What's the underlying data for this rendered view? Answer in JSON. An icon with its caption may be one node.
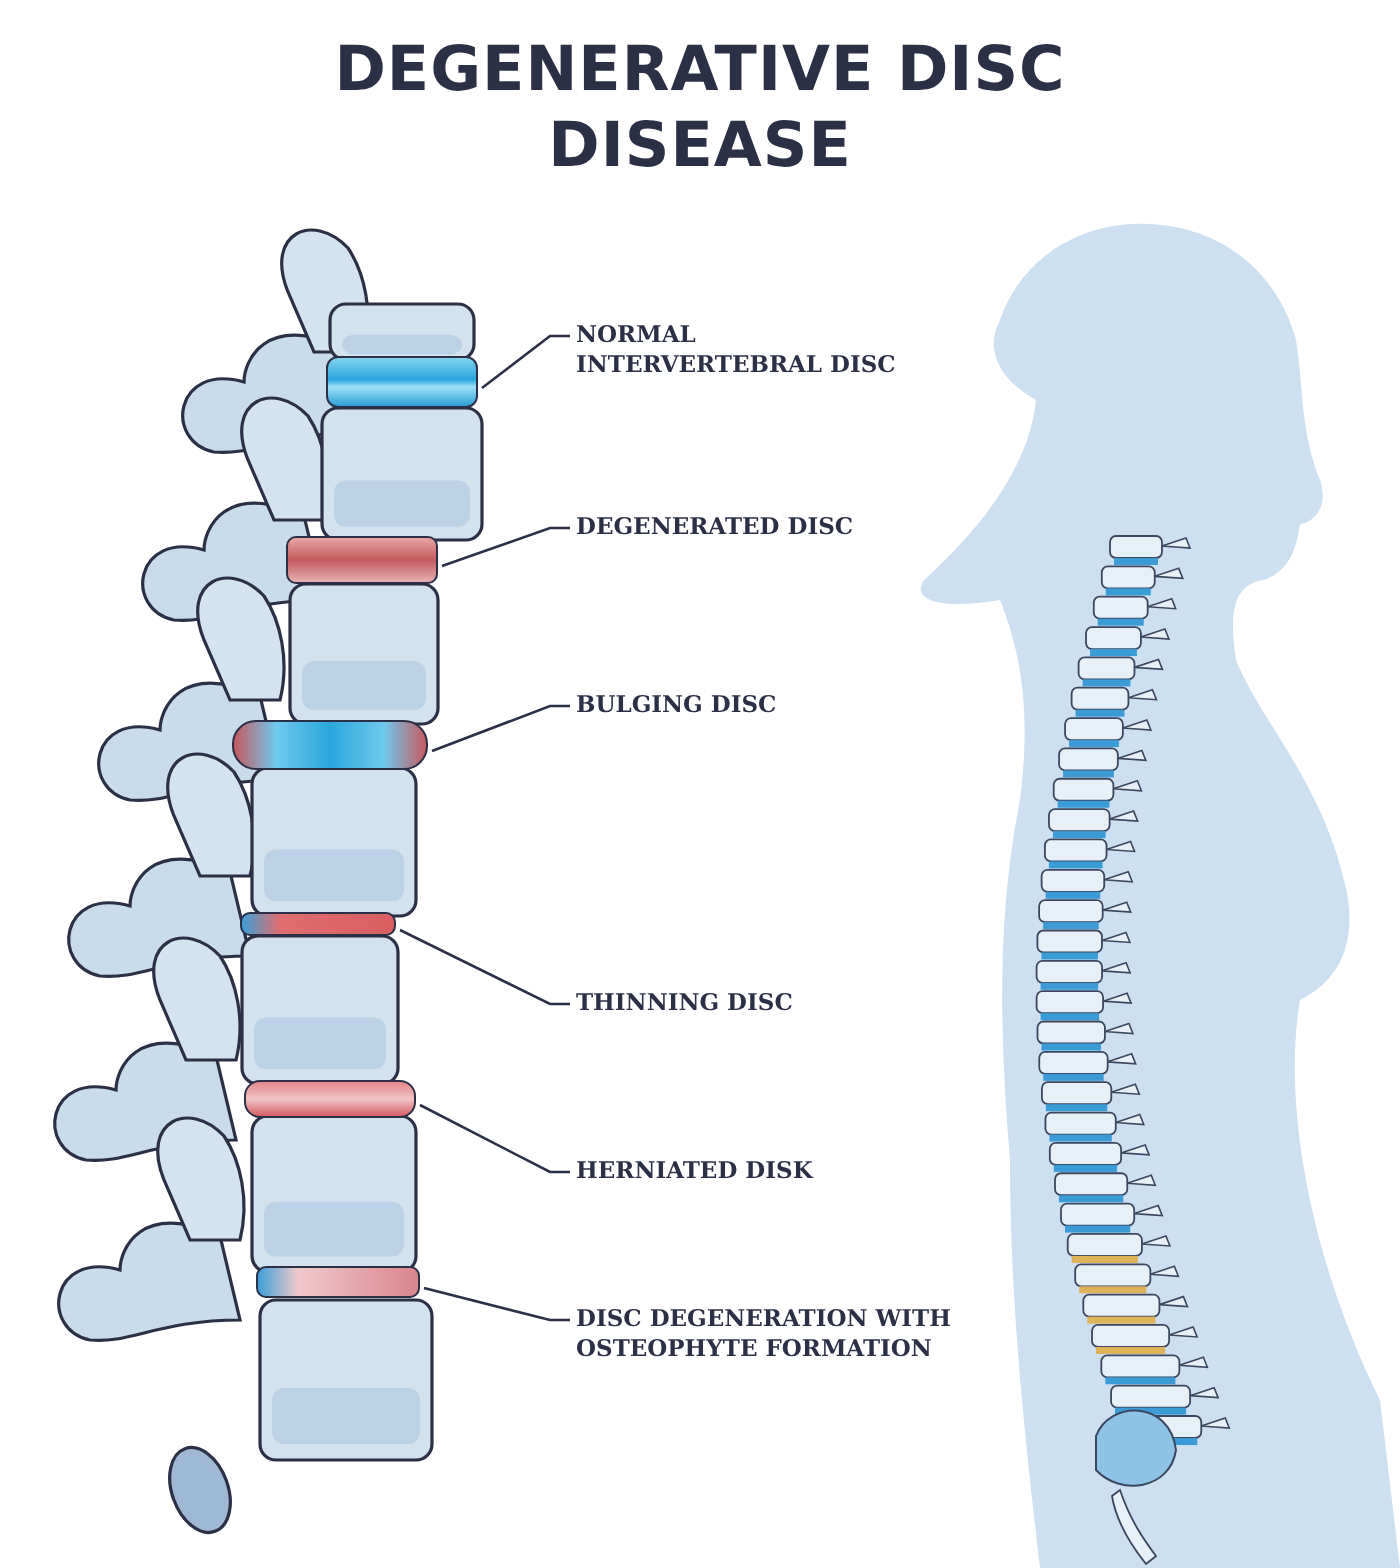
{
  "diagram": {
    "title": "DEGENERATIVE DISC DISEASE",
    "nodes": [
      {
        "text": [
          "NORMAL INTERVERTEBRAL DISC"
        ]
      },
      {
        "text": [
          "DEGENERATED DISC"
        ]
      },
      {
        "text": [
          "BULGING DISC"
        ]
      },
      {
        "text": [
          "THINNING DISC"
        ]
      },
      {
        "text": [
          "HERNIATED DISK"
        ]
      },
      {
        "text": [
          "DISC DEGENERATION WITH OSTEOPHYTE FORMATION"
        ]
      },
      {
        "text": [],
        "shape": "bar"
      },
      {
        "text": [],
        "shape": "bar"
      },
      {
        "text": [],
        "shape": "bar"
      },
      {
        "text": [],
        "shape": "bar"
      },
      {
        "text": [],
        "shape": "bar"
      },
      {
        "text": [],
        "shape": "bar"
      }
    ],
    "edges": [
      {
        "from": 0,
        "to": 6,
        "arrow": "none"
      },
      {
        "from": 1,
        "to": 7,
        "arrow": "none"
      },
      {
        "from": 2,
        "to": 8,
        "arrow": "none"
      },
      {
        "from": 3,
        "to": 9,
        "arrow": "none"
      },
      {
        "from": 4,
        "to": 10,
        "arrow": "none"
      },
      {
        "from": 5,
        "to": 11,
        "arrow": "none"
      }
    ]
  }
}
